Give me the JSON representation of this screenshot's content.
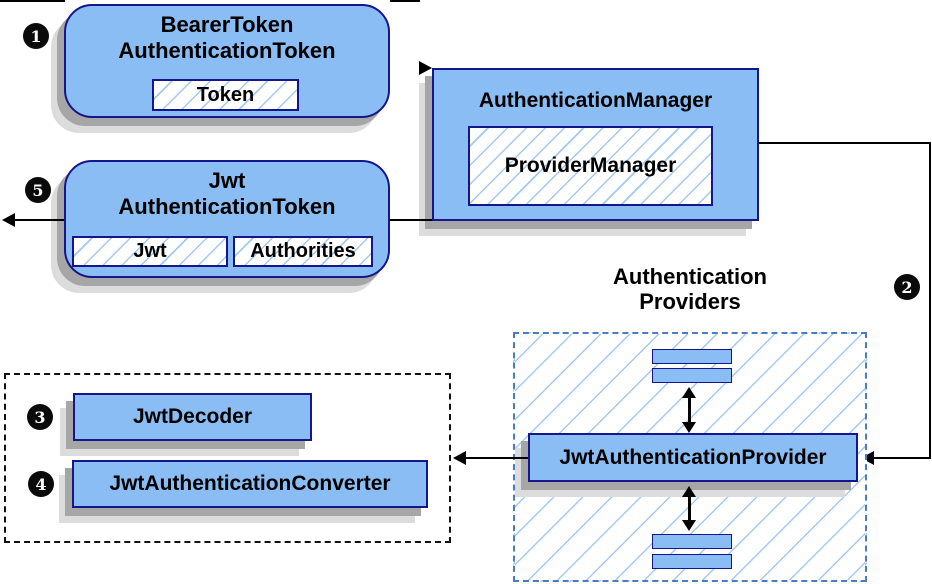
{
  "steps": {
    "s1": "1",
    "s2": "2",
    "s3": "3",
    "s4": "4",
    "s5": "5"
  },
  "nodes": {
    "bearer_token": {
      "line1": "BearerToken",
      "line2": "AuthenticationToken",
      "child": "Token"
    },
    "authentication_manager": {
      "label": "AuthenticationManager",
      "child": "ProviderManager"
    },
    "jwt_authentication_token": {
      "line1": "Jwt",
      "line2": "AuthenticationToken",
      "child1": "Jwt",
      "child2": "Authorities"
    },
    "authentication_providers": {
      "line1": "Authentication",
      "line2": "Providers"
    },
    "jwt_authentication_provider": {
      "label": "JwtAuthenticationProvider"
    },
    "jwt_decoder": {
      "label": "JwtDecoder"
    },
    "jwt_authentication_converter": {
      "label": "JwtAuthenticationConverter"
    }
  },
  "colors": {
    "node_fill": "#8abdf3",
    "node_border": "#15158c",
    "hatch_line": "#a3c9f2",
    "shadow_dark": "#a6a6a6",
    "shadow_light": "#dcdcdc",
    "dashed_blue": "#4a7cc4",
    "line_color": "#000000"
  }
}
